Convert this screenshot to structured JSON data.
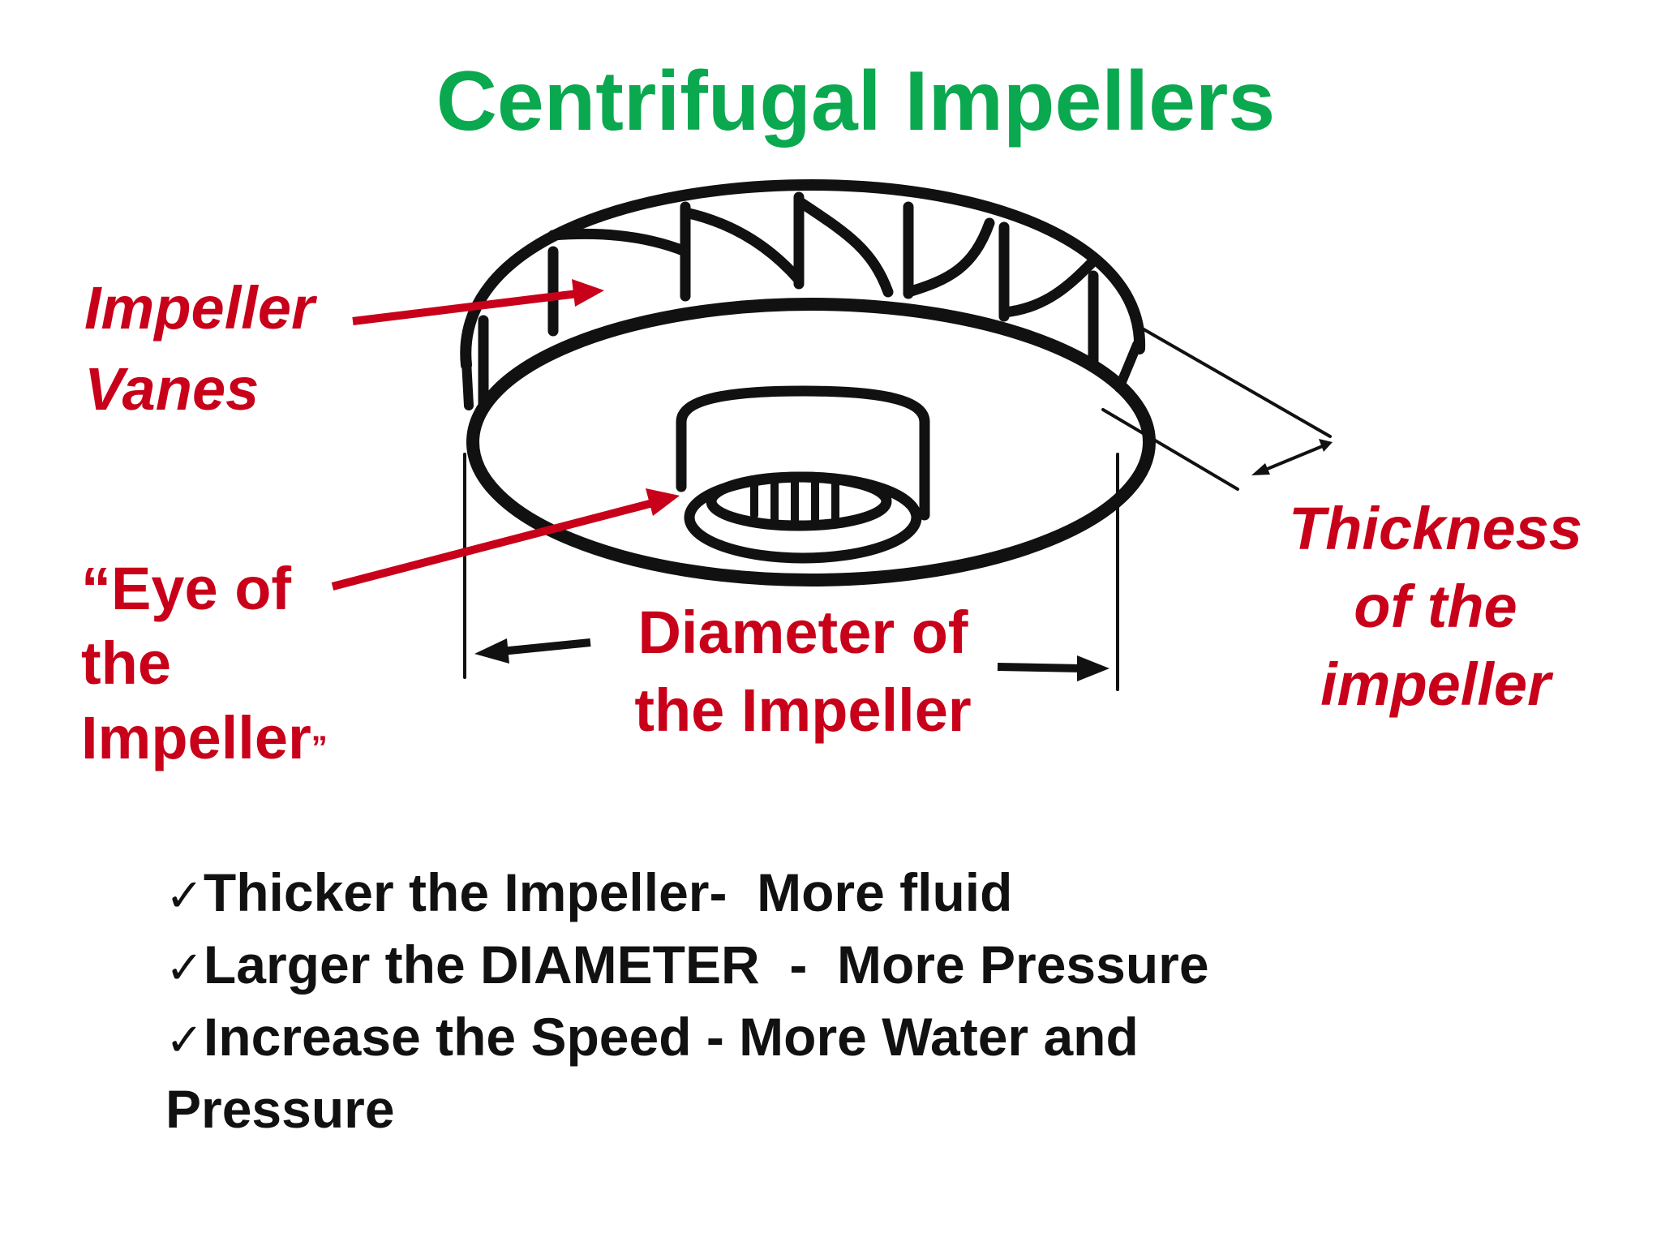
{
  "title": "Centrifugal Impellers",
  "labels": {
    "vanes": [
      "Impeller",
      "Vanes"
    ],
    "eye": [
      "“Eye of",
      "the",
      "Impeller",
      "”"
    ],
    "diameter": [
      "Diameter of",
      "the Impeller"
    ],
    "thickness": [
      "Thickness",
      "of the",
      "impeller"
    ]
  },
  "points": [
    {
      "check": "✓",
      "text": "Thicker the Impeller-  More fluid"
    },
    {
      "check": "✓",
      "text": "Larger the DIAMETER  -  More Pressure"
    },
    {
      "check": "✓",
      "text": "Increase the Speed - More Water and"
    },
    {
      "check": "",
      "text": "Pressure"
    }
  ],
  "colors": {
    "title": "#0aa84f",
    "label": "#c8001a",
    "text": "#111111"
  }
}
